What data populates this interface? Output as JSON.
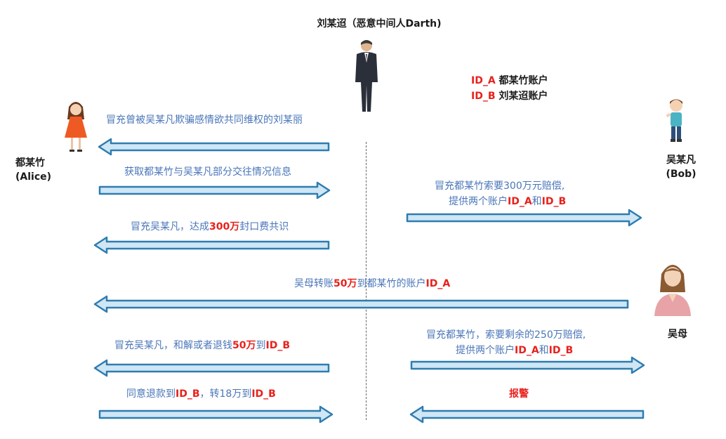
{
  "actors": {
    "darth": {
      "label": "刘某迢（恶意中间人Darth)"
    },
    "alice": {
      "line1": "都某竹",
      "line2": "(Alice)"
    },
    "bob": {
      "line1": "吴某凡",
      "line2": "(Bob)"
    },
    "mother": {
      "label": "吴母"
    }
  },
  "accounts": [
    {
      "id": "ID_A",
      "owner": "都某竹账户"
    },
    {
      "id": "ID_B",
      "owner": "刘某迢账户"
    }
  ],
  "messages": {
    "m1": "冒充曾被吴某凡欺骗感情欲共同维权的刘某丽",
    "m2": "获取都某竹与吴某凡部分交往情况信息",
    "m3": {
      "pre": "冒充吴某凡，达成",
      "amount": "300万",
      "post": "封口费共识"
    },
    "m4": {
      "line1": "冒充都某竹索要300万元赔偿,",
      "line2_pre": "提供两个账户",
      "idA": "ID_A",
      "and": "和",
      "idB": "ID_B"
    },
    "m5": {
      "pre": "吴母转账",
      "amount": "50万",
      "mid": "到都某竹的账户",
      "id": "ID_A"
    },
    "m6": {
      "pre": "冒充吴某凡，和解或者退钱",
      "amount": "50万",
      "mid": "到",
      "id": "ID_B"
    },
    "m7": {
      "line1": "冒充都某竹，索要剩余的250万赔偿,",
      "line2_pre": "提供两个账户",
      "idA": "ID_A",
      "and": "和",
      "idB": "ID_B"
    },
    "m8": {
      "pre": "同意退款到",
      "id1": "ID_B",
      "mid": "，转18万到",
      "id2": "ID_B"
    },
    "m9": "报警"
  },
  "colors": {
    "arrow_fill": "#cfe6f5",
    "arrow_stroke": "#2e7cb0",
    "text_blue": "#4a76b8",
    "text_red": "#e8211c"
  }
}
